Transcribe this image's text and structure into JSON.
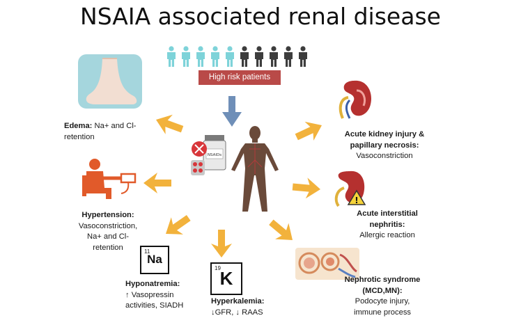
{
  "title": "NSAIA associated renal disease",
  "high_risk": "High risk patients",
  "colors": {
    "arrow": "#f2b23c",
    "down_arrow": "#6f8fb8",
    "badge": "#b94a48",
    "person_light": "#7ed3d9",
    "person_dark": "#3d3d3d",
    "body": "#6a4a3a",
    "kidney": "#b5302f"
  },
  "elements": {
    "sodium": {
      "number": "11",
      "symbol": "Na"
    },
    "potassium": {
      "number": "19",
      "symbol": "K"
    }
  },
  "pill_bottle_text": "NSAIDs",
  "effects": {
    "edema": {
      "title": "Edema:",
      "detail_1": " Na+ and Cl-",
      "detail_2": "retention"
    },
    "hypertension": {
      "title": "Hypertension:",
      "detail_1": "Vasoconstriction,",
      "detail_2": "Na+ and Cl-",
      "detail_3": "retention"
    },
    "hyponatremia": {
      "title": "Hyponatremia:",
      "detail_1": "↑ Vasopressin",
      "detail_2": "activities, SIADH"
    },
    "hyperkalemia": {
      "title": "Hyperkalemia:",
      "detail_1": "↓GFR, ↓ RAAS"
    },
    "aki": {
      "title_1": "Acute kidney injury &",
      "title_2": "papillary necrosis:",
      "detail_1": "Vasoconstriction"
    },
    "ain": {
      "title_1": "Acute interstitial",
      "title_2": "nephritis:",
      "detail_1": "Allergic reaction"
    },
    "nephrotic": {
      "title_1": "Nephrotic syndrome",
      "title_2": "(MCD,MN):",
      "detail_1": "Podocyte injury,",
      "detail_2": "immune process"
    }
  }
}
